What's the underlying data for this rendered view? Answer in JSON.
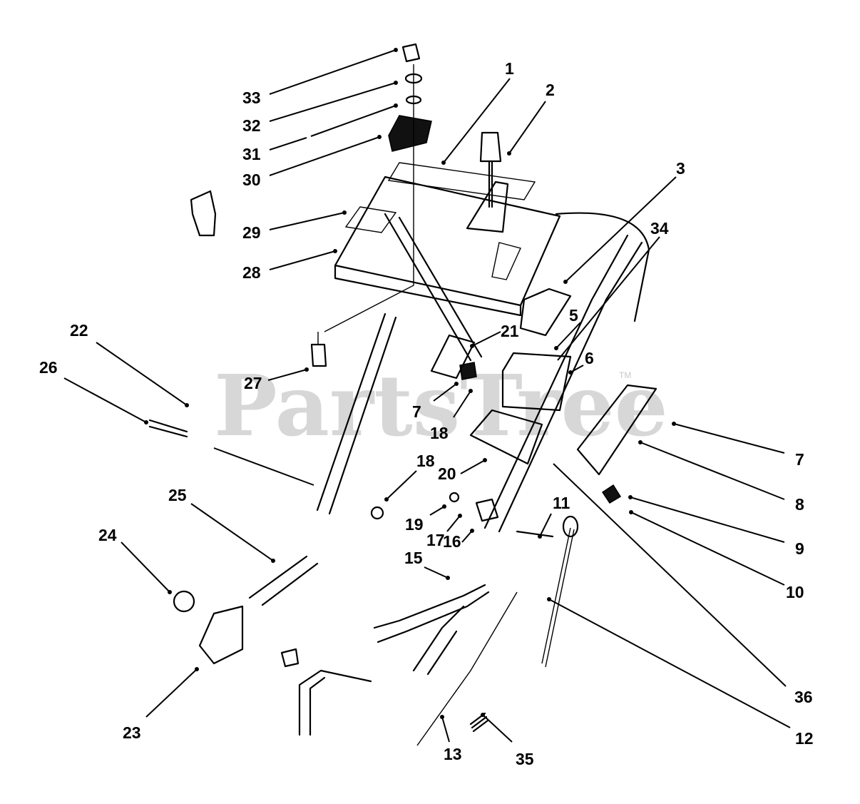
{
  "watermark": {
    "text": "PartsTree",
    "trademark": "TM"
  },
  "callouts": [
    {
      "id": "1",
      "label": "1"
    },
    {
      "id": "2",
      "label": "2"
    },
    {
      "id": "3",
      "label": "3"
    },
    {
      "id": "5",
      "label": "5"
    },
    {
      "id": "6",
      "label": "6"
    },
    {
      "id": "7a",
      "label": "7"
    },
    {
      "id": "7b",
      "label": "7"
    },
    {
      "id": "8",
      "label": "8"
    },
    {
      "id": "9",
      "label": "9"
    },
    {
      "id": "10",
      "label": "10"
    },
    {
      "id": "11",
      "label": "11"
    },
    {
      "id": "12",
      "label": "12"
    },
    {
      "id": "13",
      "label": "13"
    },
    {
      "id": "15",
      "label": "15"
    },
    {
      "id": "16",
      "label": "16"
    },
    {
      "id": "17",
      "label": "17"
    },
    {
      "id": "18a",
      "label": "18"
    },
    {
      "id": "18b",
      "label": "18"
    },
    {
      "id": "19",
      "label": "19"
    },
    {
      "id": "20",
      "label": "20"
    },
    {
      "id": "21",
      "label": "21"
    },
    {
      "id": "22",
      "label": "22"
    },
    {
      "id": "23",
      "label": "23"
    },
    {
      "id": "24",
      "label": "24"
    },
    {
      "id": "25",
      "label": "25"
    },
    {
      "id": "26",
      "label": "26"
    },
    {
      "id": "27",
      "label": "27"
    },
    {
      "id": "28",
      "label": "28"
    },
    {
      "id": "29",
      "label": "29"
    },
    {
      "id": "30",
      "label": "30"
    },
    {
      "id": "31",
      "label": "31"
    },
    {
      "id": "32",
      "label": "32"
    },
    {
      "id": "33",
      "label": "33"
    },
    {
      "id": "34",
      "label": "34"
    },
    {
      "id": "35",
      "label": "35"
    },
    {
      "id": "36",
      "label": "36"
    }
  ]
}
